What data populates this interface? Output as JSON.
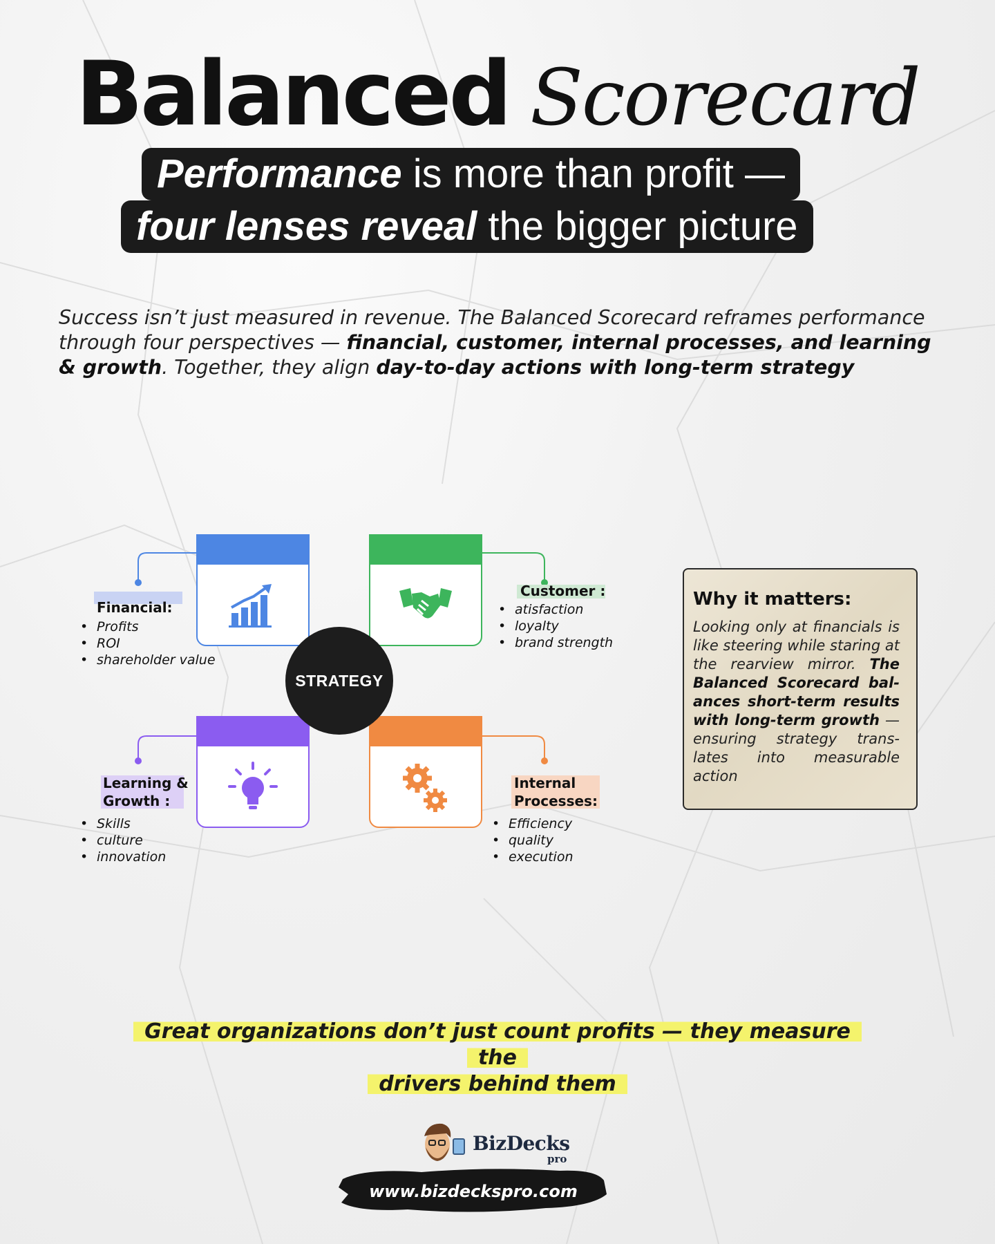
{
  "title": {
    "part1": "Balanced",
    "part2": "Scorecard"
  },
  "tagline": {
    "line1_bold": "Performance",
    "line1_rest": " is more than profit —",
    "line2_bold": "four lenses reveal",
    "line2_rest": " the bigger picture"
  },
  "intro": {
    "t1": "Success isn’t just measured in revenue. The Balanced Scorecard reframes performance through four perspectives — ",
    "b1": "financial, customer, internal processes, and learning & growth",
    "t2": ". Together, they align ",
    "b2": "day-to-day actions with long-term strategy"
  },
  "diagram": {
    "center": "STRATEGY",
    "financial": {
      "label": "Financial:",
      "items": [
        "Profits",
        "ROI",
        "shareholder value"
      ],
      "color": "#4d86e3",
      "icon": "bar-chart-growth-icon"
    },
    "customer": {
      "label": "Customer :",
      "items": [
        "atisfaction",
        "loyalty",
        "brand strength"
      ],
      "color": "#3db55c",
      "icon": "handshake-icon"
    },
    "learning": {
      "label1": "Learning &",
      "label2": "Growth :",
      "items": [
        "Skills",
        "culture",
        "innovation"
      ],
      "color": "#8b5cf0",
      "icon": "lightbulb-icon"
    },
    "internal": {
      "label1": "Internal",
      "label2": "Processes:",
      "items": [
        "Efficiency",
        "quality",
        "execution"
      ],
      "color": "#f08a42",
      "icon": "gears-icon"
    }
  },
  "why": {
    "title": "Why it matters:",
    "t1": "Looking only at financials is like steering while staring at the rearview mirror. ",
    "b1": "The Balanced Scorecard bal-ances short-term results with long-term growth",
    "t2": " — ensuring strategy trans-lates into measurable action"
  },
  "closing": {
    "line1": "Great organizations don’t just count profits — they measure the",
    "line2": "drivers behind them"
  },
  "brand": {
    "name": "BizDecks",
    "sub": "pro",
    "url": "www.bizdeckspro.com"
  }
}
